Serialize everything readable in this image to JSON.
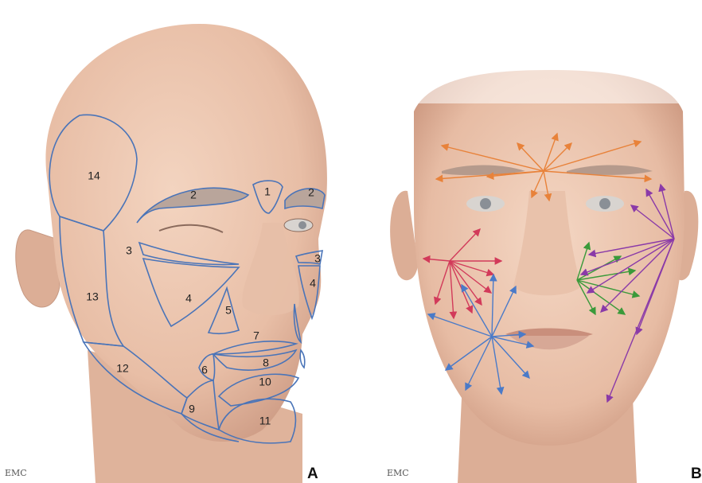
{
  "panel_a": {
    "letter": "A",
    "logo": "EMC",
    "zone_labels": [
      "1",
      "2",
      "2",
      "3",
      "3",
      "4",
      "4",
      "5",
      "6",
      "7",
      "8",
      "9",
      "10",
      "11",
      "12",
      "13",
      "14"
    ]
  },
  "panel_b": {
    "letter": "B",
    "logo": "EMC",
    "arrow_colors": {
      "forehead": "#e8823a",
      "cheek_upper": "#d23a5a",
      "cheek_lower": "#4a7ac8",
      "right_cheek": "#3a9a3a",
      "temple": "#8a3aa8"
    }
  }
}
